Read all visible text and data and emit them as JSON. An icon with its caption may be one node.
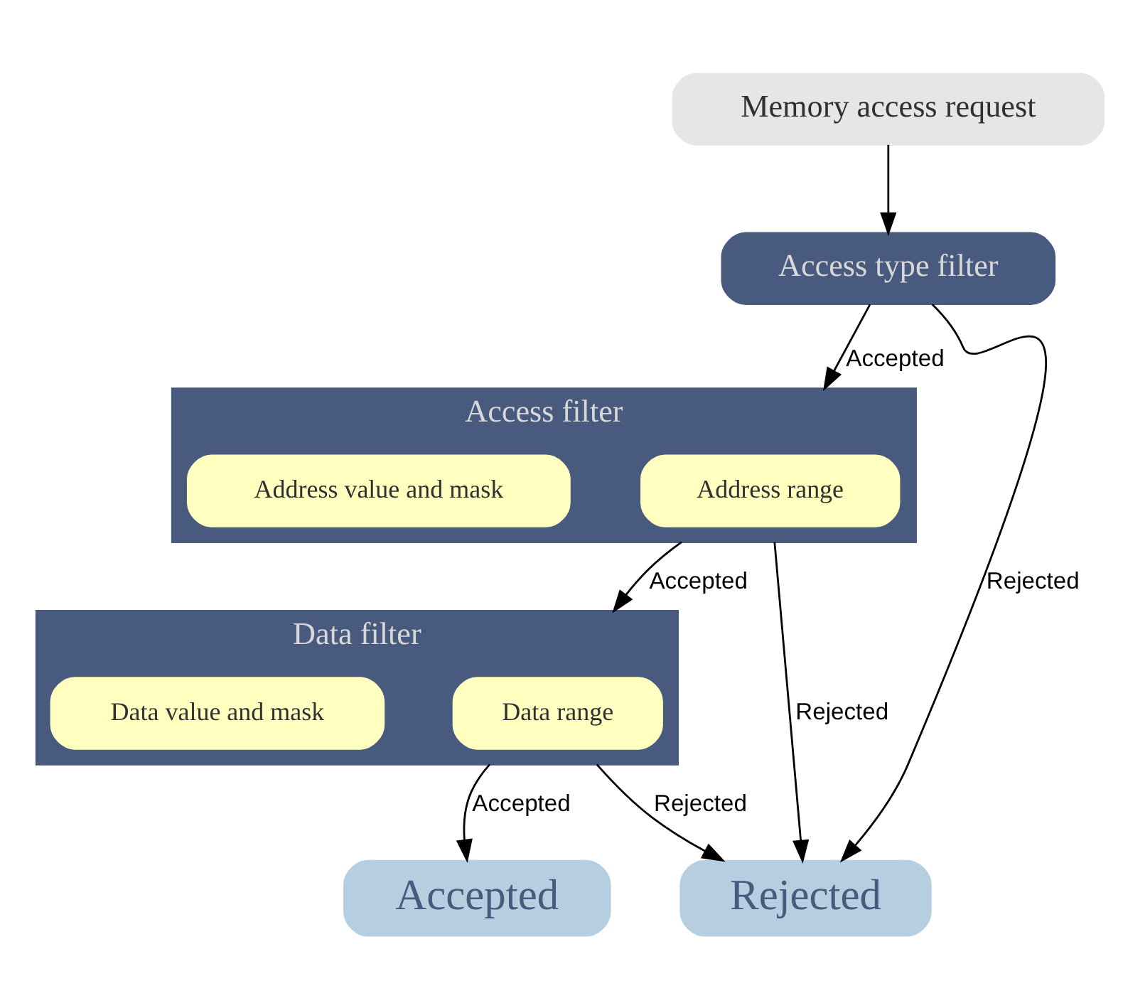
{
  "diagram": {
    "nodes": [
      {
        "text": [
          "Memory access request"
        ]
      },
      {
        "text": [
          "Access type filter"
        ]
      },
      {
        "text": [
          "Access filter"
        ]
      },
      {
        "text": [
          "Address range"
        ],
        "in": 2
      },
      {
        "text": [
          "Address value and mask"
        ],
        "in": 2
      },
      {
        "text": [
          "Data filter"
        ]
      },
      {
        "text": [
          "Data range"
        ],
        "in": 5
      },
      {
        "text": [
          "Data value and mask"
        ],
        "in": 5
      },
      {
        "text": [
          "Accepted"
        ]
      },
      {
        "text": [
          "Rejected"
        ]
      }
    ],
    "edges": [
      {
        "from": 0,
        "to": 1,
        "arrow": "to"
      },
      {
        "from": 1,
        "to": 9,
        "arrow": "to",
        "label": "Rejected"
      },
      {
        "from": 1,
        "to": 2,
        "arrow": "to",
        "label": "Accepted"
      },
      {
        "from": 2,
        "to": 9,
        "arrow": "to",
        "label": "Rejected"
      },
      {
        "from": 2,
        "to": 5,
        "arrow": "to",
        "label": "Accepted"
      },
      {
        "from": 5,
        "to": 9,
        "arrow": "to",
        "label": "Rejected"
      },
      {
        "from": 5,
        "to": 8,
        "arrow": "to",
        "label": "Accepted"
      }
    ]
  }
}
